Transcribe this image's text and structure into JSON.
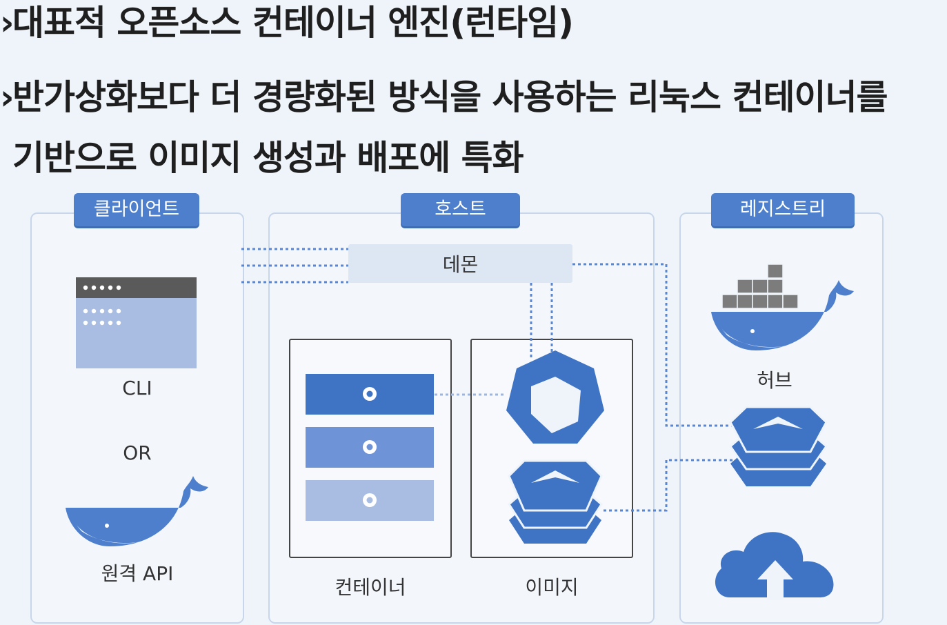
{
  "bullets": [
    "대표적 오픈소스 컨테이너 엔진(런타임)",
    "반가상화보다 더 경량화된 방식을 사용하는 리눅스 컨테이너를",
    "기반으로 이미지 생성과 배포에 특화"
  ],
  "sections": {
    "client": {
      "title": "클라이언트",
      "cli_label": "CLI",
      "or_label": "OR",
      "api_label": "원격 API"
    },
    "host": {
      "title": "호스트",
      "daemon_label": "데몬",
      "container_label": "컨테이너",
      "image_label": "이미지"
    },
    "registry": {
      "title": "레지스트리",
      "hub_label": "허브"
    }
  },
  "colors": {
    "accent": "#4d7fcd",
    "panel_border": "#c7d6ea",
    "daemon_bg": "#dde6f3",
    "connector": "#5a86d0"
  }
}
